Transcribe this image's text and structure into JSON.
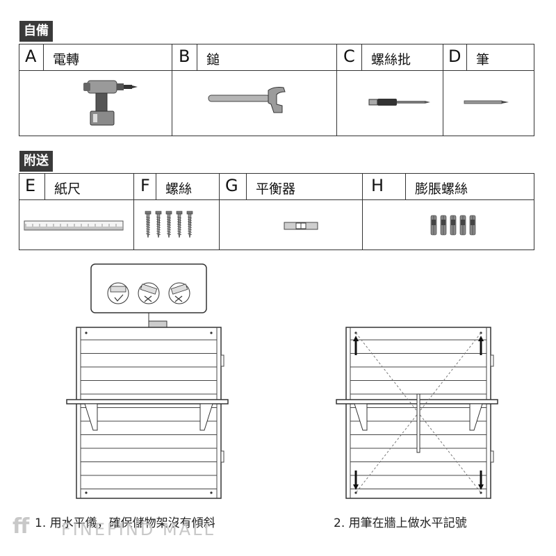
{
  "self_provided": {
    "tag": "自備",
    "tools": [
      {
        "letter": "A",
        "name": "電轉",
        "icon": "drill-icon"
      },
      {
        "letter": "B",
        "name": "鎚",
        "icon": "hammer-icon"
      },
      {
        "letter": "C",
        "name": "螺絲批",
        "icon": "screwdriver-icon"
      },
      {
        "letter": "D",
        "name": "筆",
        "icon": "pen-icon"
      }
    ]
  },
  "included": {
    "tag": "附送",
    "parts": [
      {
        "letter": "E",
        "name": "紙尺",
        "icon": "paper-ruler-icon"
      },
      {
        "letter": "F",
        "name": "螺絲",
        "icon": "screws-icon"
      },
      {
        "letter": "G",
        "name": "平衡器",
        "icon": "spirit-level-icon"
      },
      {
        "letter": "H",
        "name": "膨脹螺絲",
        "icon": "wall-anchors-icon"
      }
    ]
  },
  "steps": [
    {
      "caption": "1. 用水平儀，確保儲物架沒有傾斜"
    },
    {
      "caption": "2. 用筆在牆上做水平記號"
    }
  ],
  "watermark": "FINEFIND MALL"
}
